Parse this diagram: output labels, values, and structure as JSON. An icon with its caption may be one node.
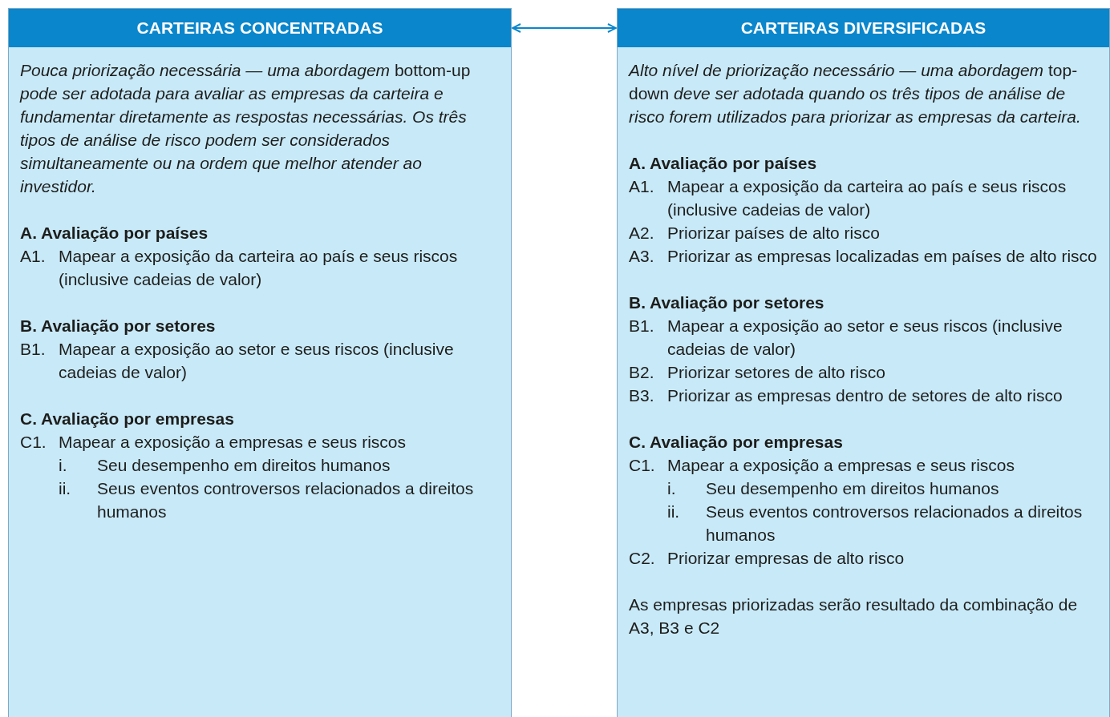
{
  "diagram": {
    "nodes": [
      {
        "text": [
          "CARTEIRAS CONCENTRADAS",
          "*Pouca priorização necessária — uma abordagem* bottom-up *pode ser adotada para avaliar as empresas da carteira e fundamentar diretamente as respostas necessárias. Os três tipos de análise de risco podem ser considerados simultaneamente ou na ordem que melhor atender ao investidor.*",
          "A. Avaliação por países",
          "A1. Mapear a exposição da carteira ao país e seus riscos (inclusive cadeias de valor)",
          "B. Avaliação por setores",
          "B1. Mapear a exposição ao setor e seus riscos (inclusive cadeias de valor)",
          "C. Avaliação por empresas",
          "C1. Mapear a exposição a empresas e seus riscos",
          "i. Seu desempenho em direitos humanos",
          "ii. Seus eventos controversos relacionados a direitos humanos"
        ]
      },
      {
        "text": [
          "CARTEIRAS DIVERSIFICADAS",
          "*Alto nível de priorização necessário — uma abordagem* top-down *deve ser adotada quando os três tipos de análise de risco forem utilizados para priorizar as empresas da carteira.*",
          "A. Avaliação por países",
          "A1. Mapear a exposição da carteira ao país e seus riscos (inclusive cadeias de valor)",
          "A2. Priorizar países de alto risco",
          "A3. Priorizar as empresas localizadas em países de alto risco",
          "B. Avaliação por setores",
          "B1. Mapear a exposição ao setor e seus riscos (inclusive cadeias de valor)",
          "B2. Priorizar setores de alto risco",
          "B3. Priorizar as empresas dentro de setores de alto risco",
          "C. Avaliação por empresas",
          "C1. Mapear a exposição a empresas e seus riscos",
          "i. Seu desempenho em direitos humanos",
          "ii. Seus eventos controversos relacionados a direitos humanos",
          "C2. Priorizar empresas de alto risco",
          "As empresas priorizadas serão resultado da combinação de A3, B3 e C2"
        ]
      }
    ],
    "edges": [
      {
        "from": 0,
        "to": 1,
        "arrow": "both"
      }
    ]
  }
}
